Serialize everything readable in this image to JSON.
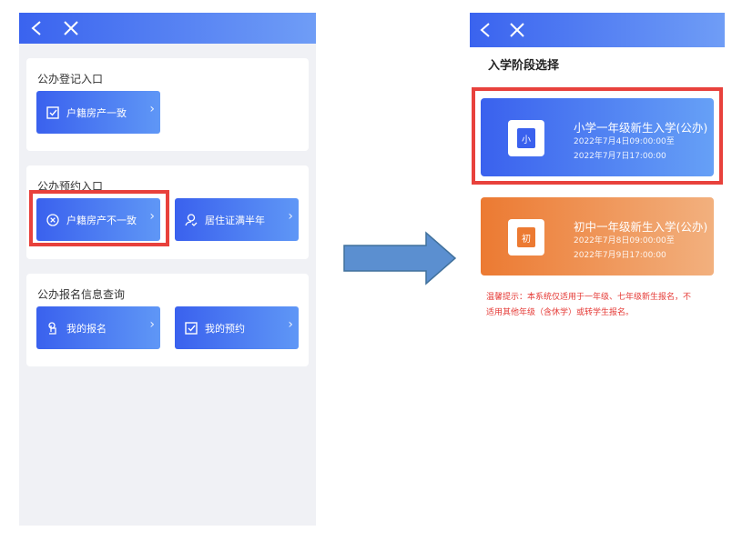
{
  "left": {
    "sections": [
      {
        "title": "公办登记入口",
        "buttons": [
          {
            "label": "户籍房产一致",
            "icon": "checkbox-icon"
          }
        ]
      },
      {
        "title": "公办预约入口",
        "buttons": [
          {
            "label": "户籍房产不一致",
            "icon": "circle-x-icon"
          },
          {
            "label": "居住证满半年",
            "icon": "person-check-icon"
          }
        ]
      },
      {
        "title": "公办报名信息查询",
        "buttons": [
          {
            "label": "我的报名",
            "icon": "hand-pointer-icon"
          },
          {
            "label": "我的预约",
            "icon": "checkbox-icon"
          }
        ]
      }
    ]
  },
  "right": {
    "title": "入学阶段选择",
    "stages": [
      {
        "name": "小学一年级新生入学(公办)",
        "start": "2022年7月4日09:00:00至",
        "end": "2022年7月7日17:00:00",
        "badge": "小",
        "color": "#3a61ee"
      },
      {
        "name": "初中一年级新生入学(公办)",
        "start": "2022年7月8日09:00:00至",
        "end": "2022年7月9日17:00:00",
        "badge": "初",
        "color": "#ec7a32"
      }
    ],
    "notice_line1": "温馨提示：本系统仅适用于一年级、七年级新生报名，不",
    "notice_line2": "适用其他年级（含休学）或转学生报名。"
  },
  "colors": {
    "highlight": "#e8413c",
    "arrow": "#5b8fd0"
  }
}
